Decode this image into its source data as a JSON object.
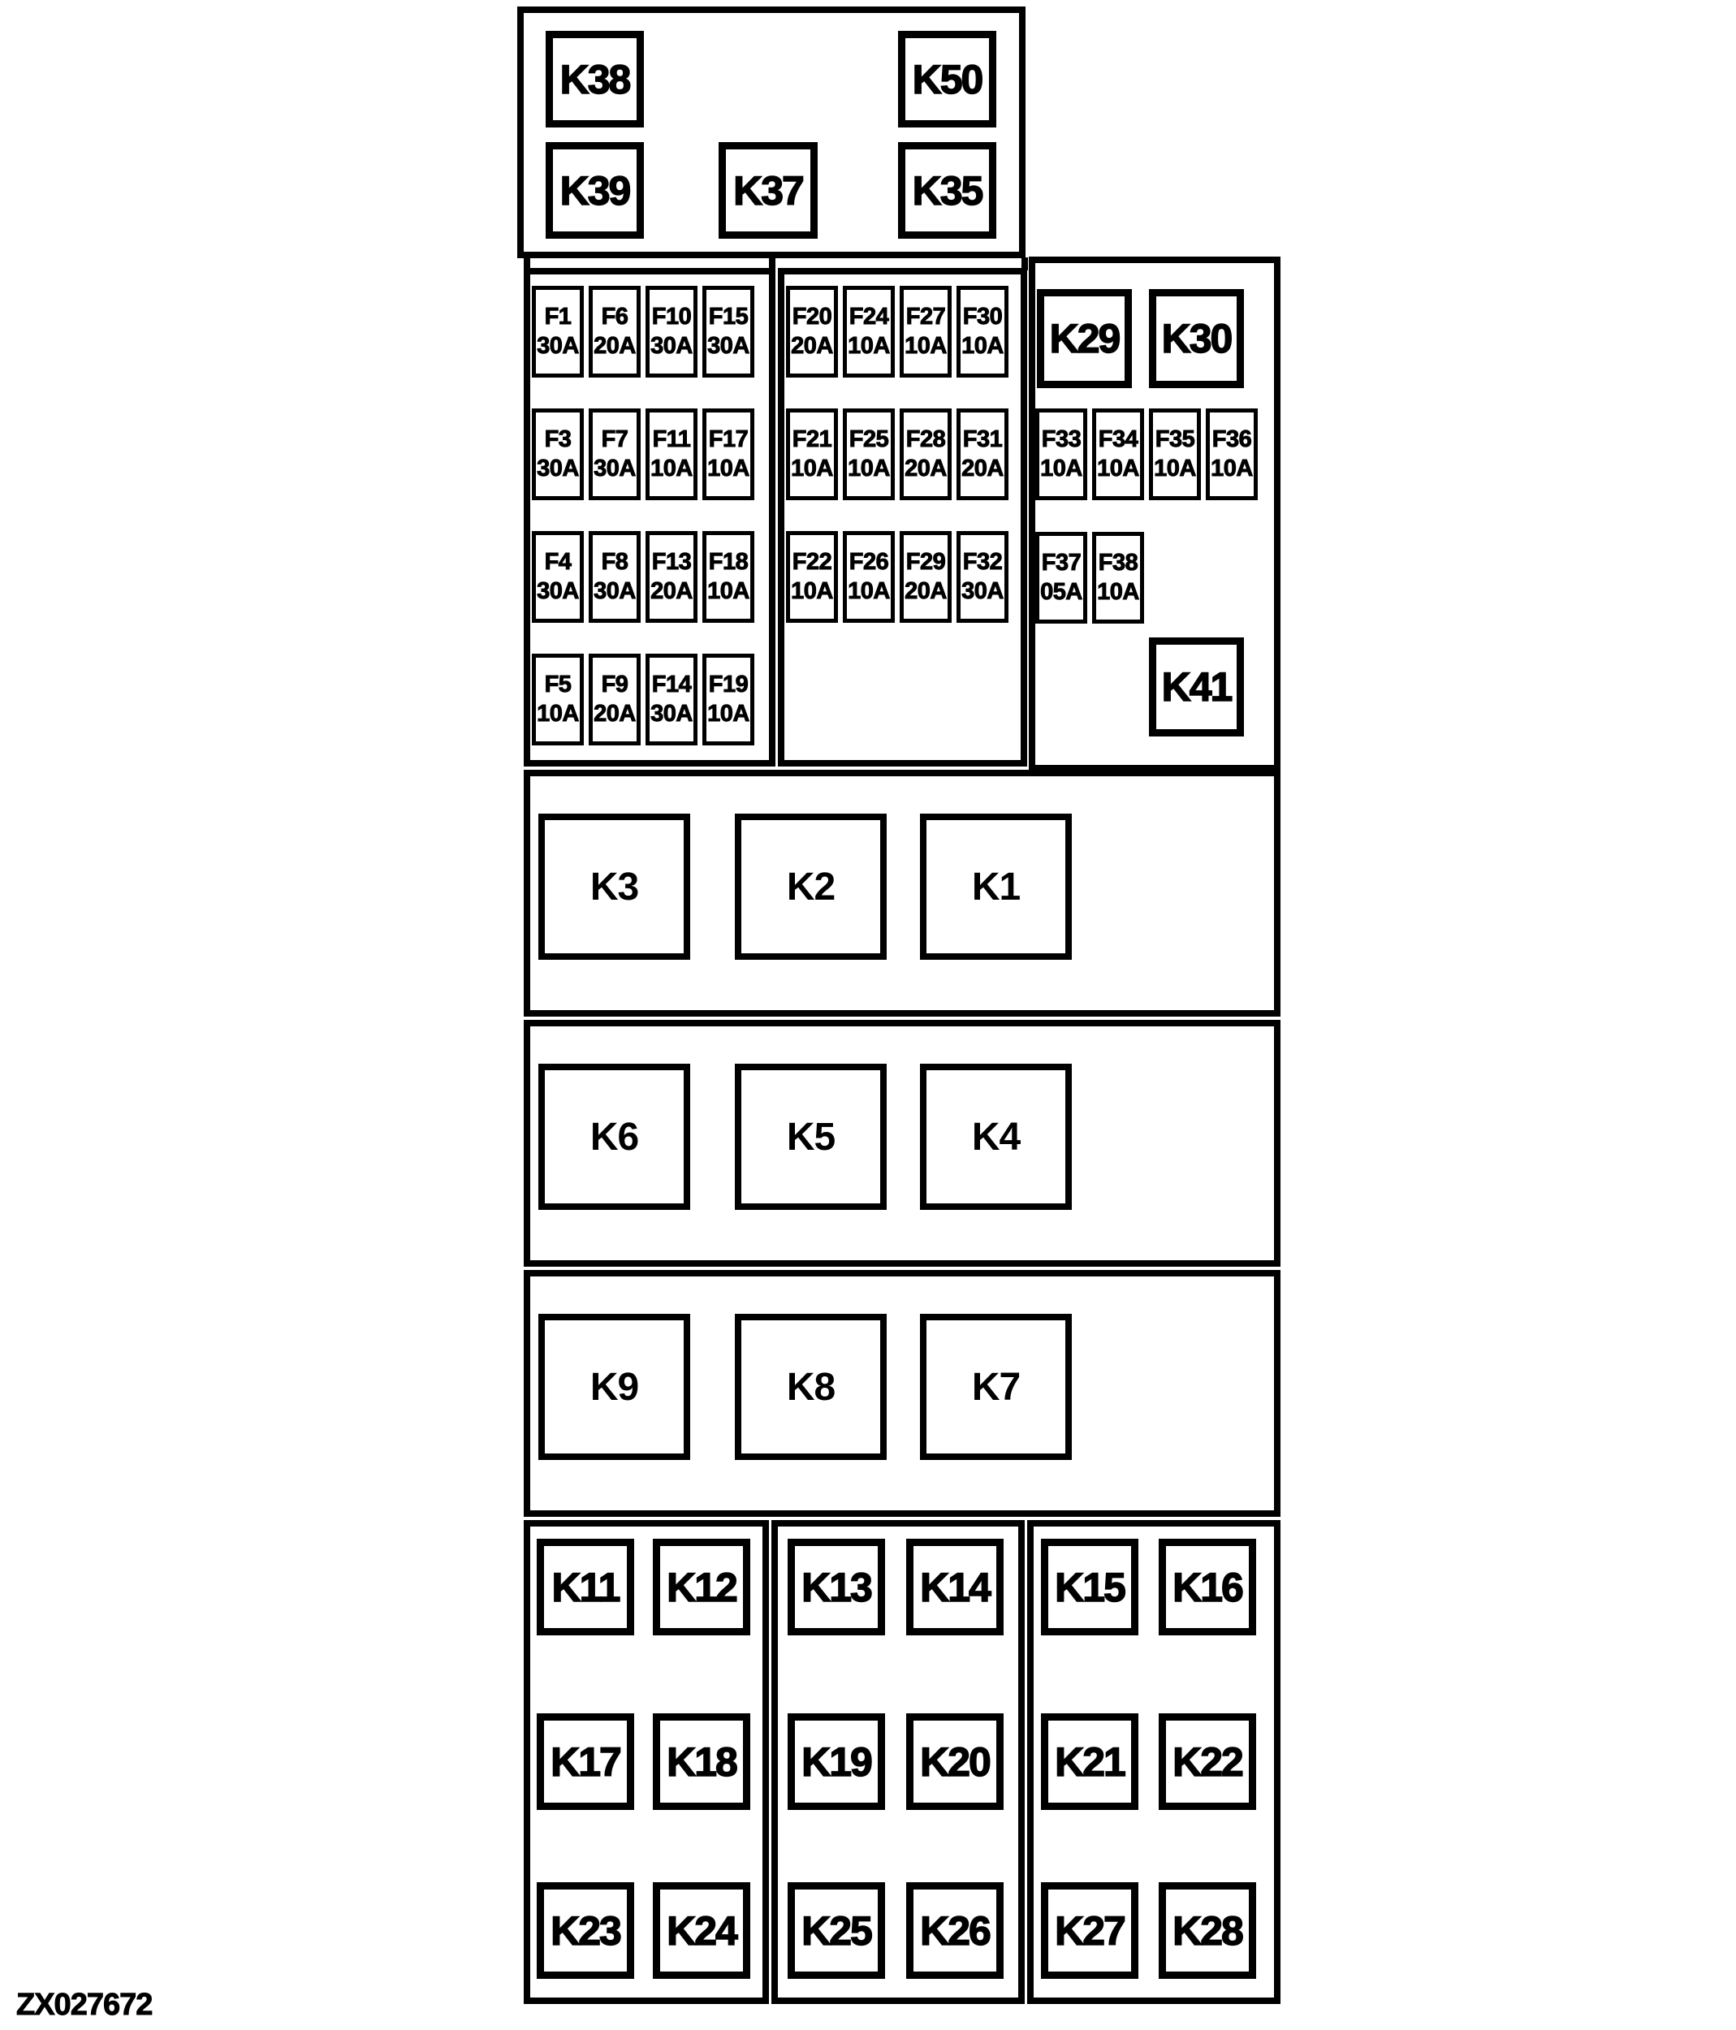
{
  "figure_label": "ZX027672",
  "colors": {
    "diagram_line": "#000000",
    "background": "#ffffff"
  },
  "top_panel": {
    "relays": [
      {
        "id": "K38"
      },
      {
        "id": "K50"
      },
      {
        "id": "K39"
      },
      {
        "id": "K37"
      },
      {
        "id": "K35"
      }
    ]
  },
  "fuse_panel_left": {
    "rows": [
      [
        {
          "id": "F1",
          "rating": "30A"
        },
        {
          "id": "F6",
          "rating": "20A"
        },
        {
          "id": "F10",
          "rating": "30A"
        },
        {
          "id": "F15",
          "rating": "30A"
        }
      ],
      [
        {
          "id": "F3",
          "rating": "30A"
        },
        {
          "id": "F7",
          "rating": "30A"
        },
        {
          "id": "F11",
          "rating": "10A"
        },
        {
          "id": "F17",
          "rating": "10A"
        }
      ],
      [
        {
          "id": "F4",
          "rating": "30A"
        },
        {
          "id": "F8",
          "rating": "30A"
        },
        {
          "id": "F13",
          "rating": "20A"
        },
        {
          "id": "F18",
          "rating": "10A"
        }
      ],
      [
        {
          "id": "F5",
          "rating": "10A"
        },
        {
          "id": "F9",
          "rating": "20A"
        },
        {
          "id": "F14",
          "rating": "30A"
        },
        {
          "id": "F19",
          "rating": "10A"
        }
      ]
    ]
  },
  "fuse_panel_middle": {
    "rows": [
      [
        {
          "id": "F20",
          "rating": "20A"
        },
        {
          "id": "F24",
          "rating": "10A"
        },
        {
          "id": "F27",
          "rating": "10A"
        },
        {
          "id": "F30",
          "rating": "10A"
        }
      ],
      [
        {
          "id": "F21",
          "rating": "10A"
        },
        {
          "id": "F25",
          "rating": "10A"
        },
        {
          "id": "F28",
          "rating": "20A"
        },
        {
          "id": "F31",
          "rating": "20A"
        }
      ],
      [
        {
          "id": "F22",
          "rating": "10A"
        },
        {
          "id": "F26",
          "rating": "10A"
        },
        {
          "id": "F29",
          "rating": "20A"
        },
        {
          "id": "F32",
          "rating": "30A"
        }
      ]
    ]
  },
  "fuse_panel_right": {
    "relays_top": [
      {
        "id": "K29"
      },
      {
        "id": "K30"
      }
    ],
    "fuse_row_1": [
      {
        "id": "F33",
        "rating": "10A"
      },
      {
        "id": "F34",
        "rating": "10A"
      },
      {
        "id": "F35",
        "rating": "10A"
      },
      {
        "id": "F36",
        "rating": "10A"
      }
    ],
    "fuse_row_2": [
      {
        "id": "F37",
        "rating": "05A"
      },
      {
        "id": "F38",
        "rating": "10A"
      }
    ],
    "relay_bottom": {
      "id": "K41"
    }
  },
  "relay_row_sections": [
    {
      "relays": [
        {
          "id": "K3"
        },
        {
          "id": "K2"
        },
        {
          "id": "K1"
        }
      ]
    },
    {
      "relays": [
        {
          "id": "K6"
        },
        {
          "id": "K5"
        },
        {
          "id": "K4"
        }
      ]
    },
    {
      "relays": [
        {
          "id": "K9"
        },
        {
          "id": "K8"
        },
        {
          "id": "K7"
        }
      ]
    }
  ],
  "bottom_panels": [
    {
      "rows": [
        [
          {
            "id": "K11"
          },
          {
            "id": "K12"
          }
        ],
        [
          {
            "id": "K17"
          },
          {
            "id": "K18"
          }
        ],
        [
          {
            "id": "K23"
          },
          {
            "id": "K24"
          }
        ]
      ]
    },
    {
      "rows": [
        [
          {
            "id": "K13"
          },
          {
            "id": "K14"
          }
        ],
        [
          {
            "id": "K19"
          },
          {
            "id": "K20"
          }
        ],
        [
          {
            "id": "K25"
          },
          {
            "id": "K26"
          }
        ]
      ]
    },
    {
      "rows": [
        [
          {
            "id": "K15"
          },
          {
            "id": "K16"
          }
        ],
        [
          {
            "id": "K21"
          },
          {
            "id": "K22"
          }
        ],
        [
          {
            "id": "K27"
          },
          {
            "id": "K28"
          }
        ]
      ]
    }
  ]
}
